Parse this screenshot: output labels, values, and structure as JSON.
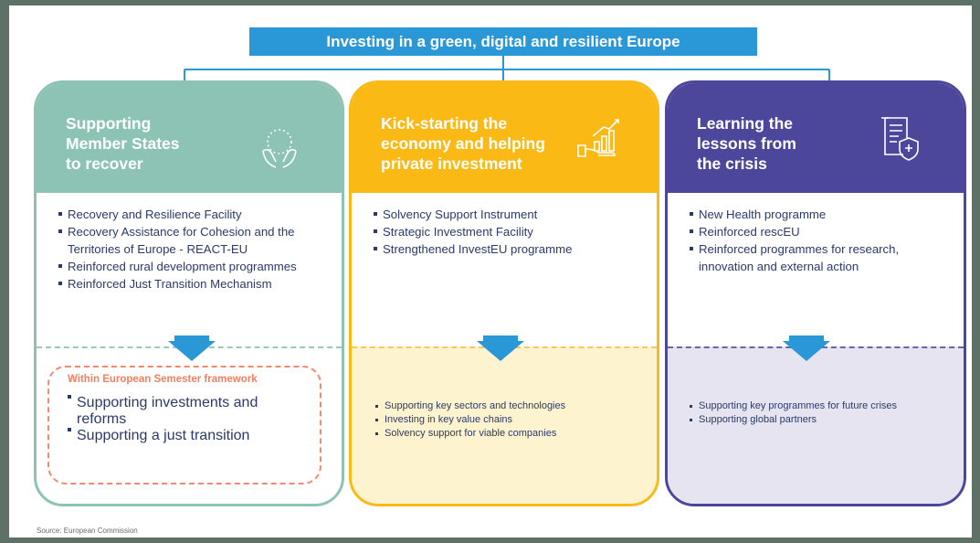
{
  "banner": {
    "title": "Investing in a green, digital and resilient Europe"
  },
  "columns": [
    {
      "title": "Supporting Member States to recover",
      "title_lines": [
        "Supporting",
        "Member States",
        "to recover"
      ],
      "icon": "hands-stars-icon",
      "color": "#8cc3b4",
      "items": [
        "Recovery and Resilience Facility",
        "Recovery Assistance for Cohesion and the Territories of Europe - REACT-EU",
        "Reinforced rural development programmes",
        "Reinforced Just Transition Mechanism"
      ],
      "framework_title": "Within European Semester framework",
      "sub_items": [
        "Supporting investments and reforms",
        "Supporting a just transition"
      ]
    },
    {
      "title": "Kick-starting the economy and helping private investment",
      "title_lines": [
        "Kick-starting the",
        "economy and helping",
        "private investment"
      ],
      "icon": "hand-growth-chart-icon",
      "color": "#fbb915",
      "items": [
        "Solvency Support Instrument",
        "Strategic Investment Facility",
        "Strengthened InvestEU programme"
      ],
      "sub_items": [
        "Supporting key sectors and technologies",
        "Investing in key value chains",
        "Solvency support for viable companies"
      ]
    },
    {
      "title": "Learning the lessons from the crisis",
      "title_lines": [
        "Learning the",
        "lessons from",
        "the crisis"
      ],
      "icon": "document-shield-icon",
      "color": "#4d479c",
      "items": [
        "New Health programme",
        "Reinforced rescEU",
        "Reinforced programmes for research, innovation and external action"
      ],
      "sub_items": [
        "Supporting key programmes for future crises",
        "Supporting global partners"
      ]
    }
  ],
  "source": "Source: European Commission",
  "colors": {
    "banner": "#2a97d6",
    "arrow": "#2a97d6",
    "background": "#5e7166"
  }
}
